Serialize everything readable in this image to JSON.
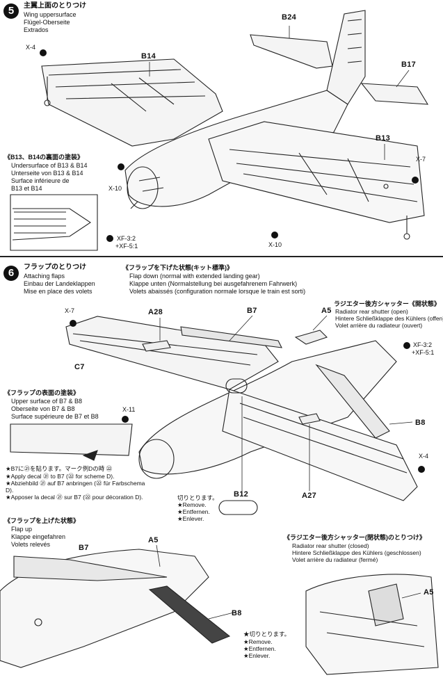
{
  "step5": {
    "number": "5",
    "title_jp": "主翼上面のとりつけ",
    "title_en": "Wing uppersurface",
    "title_de": "Flügel-Oberseite",
    "title_fr": "Extrados",
    "parts": {
      "b24": "B24",
      "b14": "B14",
      "b17": "B17",
      "b13": "B13"
    },
    "codes": {
      "x4": "X-4",
      "x10a": "X-10",
      "x10b": "X-10",
      "x7": "X-7"
    },
    "paint_note": {
      "jp": "《B13、B14の裏面の塗装》",
      "lines": [
        "Undersurface of B13 & B14",
        "Unterseite von B13 & B14",
        "Surface inférieure de",
        "B13 et B14"
      ]
    },
    "colors": [
      "XF-3:2",
      "+XF-5:1"
    ]
  },
  "step6": {
    "number": "6",
    "title_jp": "フラップのとりつけ",
    "title_en": "Attaching flaps",
    "title_de": "Einbau der Landeklappen",
    "title_fr": "Mise en place des volets",
    "flap_down": {
      "jp": "《フラップを下げた状態(キット標準)》",
      "lines": [
        "Flap down (normal with extended landing gear)",
        "Klappe unten (Normalstellung bei ausgefahrenem Fahrwerk)",
        "Volets abaissés (configuration normale lorsque le train est sorti)"
      ]
    },
    "shutter_open": {
      "jp": "ラジエター後方シャッター《開状態》",
      "lines": [
        "Radiator rear shutter (open)",
        "Hintere Schließklappe des Kühlers (offen)",
        "Volet arrière du radiateur (ouvert)"
      ]
    },
    "parts": {
      "a28": "A28",
      "b7": "B7",
      "a5": "A5",
      "c7": "C7",
      "b8": "B8",
      "a27": "A27",
      "b12": "B12"
    },
    "codes": {
      "x7": "X-7",
      "x11": "X-11",
      "x4": "X-4"
    },
    "colors": [
      "XF-3:2",
      "+XF-5:1"
    ],
    "upper_note": {
      "jp": "《フラップの表面の塗装》",
      "lines": [
        "Upper surface of B7 & B8",
        "Oberseite von B7 & B8",
        "Surface supérieure de B7 et B8"
      ]
    },
    "decal_note": [
      "★B7に㉑を貼ります。マーク例Dの時 ㉒",
      "★Apply decal ㉑ to B7 (㉒ for scheme D).",
      "★Abziehbild ㉑ auf B7 anbringen (㉒ für Farbschema",
      "D).",
      "★Apposer la decal ㉑ sur B7 (㉒ pour décoration D)."
    ],
    "remove_note": [
      "切りとります。",
      "★Remove.",
      "★Entfernen.",
      "★Enlever."
    ],
    "flap_up": {
      "jp": "《フラップを上げた状態》",
      "lines": [
        "Flap up",
        "Klappe eingefahren",
        "Volets relevés"
      ]
    },
    "flap_up_parts": {
      "b7": "B7",
      "a5": "A5",
      "b8": "B8"
    },
    "remove_note2": [
      "★切りとります。",
      "★Remove.",
      "★Entfernen.",
      "★Enlever."
    ],
    "shutter_closed": {
      "jp": "《ラジエター後方シャッター(閉状態)のとりつけ》",
      "lines": [
        "Radiator rear shutter (closed)",
        "Hintere Schließklappe des Kühlers (geschlossen)",
        "Volet arrière du radiateur (fermé)"
      ]
    },
    "shutter_closed_part": "A5"
  }
}
